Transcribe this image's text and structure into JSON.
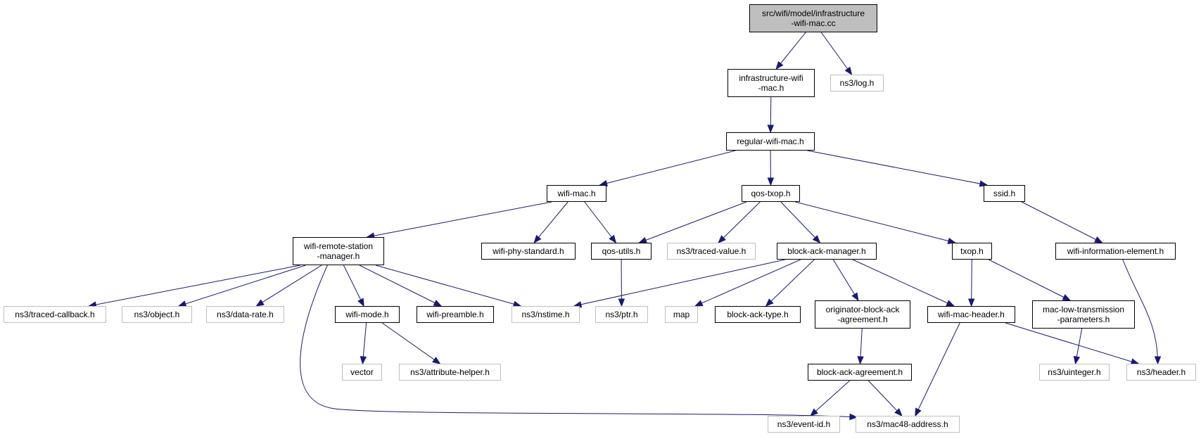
{
  "colors": {
    "edge": "#191970",
    "root_fill": "#bfbfbf",
    "solid_border": "#000000",
    "external_border": "#bfbfbf"
  },
  "nodes": {
    "root": {
      "lines": [
        "src/wifi/model/infrastructure",
        "-wifi-mac.cc"
      ],
      "kind": "root"
    },
    "infra_h": {
      "lines": [
        "infrastructure-wifi",
        "-mac.h"
      ],
      "kind": "solid"
    },
    "log_h": {
      "lines": [
        "ns3/log.h"
      ],
      "kind": "ext"
    },
    "regular_h": {
      "lines": [
        "regular-wifi-mac.h"
      ],
      "kind": "solid"
    },
    "wifimac_h": {
      "lines": [
        "wifi-mac.h"
      ],
      "kind": "solid"
    },
    "qostxop_h": {
      "lines": [
        "qos-txop.h"
      ],
      "kind": "solid"
    },
    "ssid_h": {
      "lines": [
        "ssid.h"
      ],
      "kind": "solid"
    },
    "wrsm_h": {
      "lines": [
        "wifi-remote-station",
        "-manager.h"
      ],
      "kind": "solid"
    },
    "phystd_h": {
      "lines": [
        "wifi-phy-standard.h"
      ],
      "kind": "solid"
    },
    "qosutils_h": {
      "lines": [
        "qos-utils.h"
      ],
      "kind": "solid"
    },
    "tracedvalue_h": {
      "lines": [
        "ns3/traced-value.h"
      ],
      "kind": "ext"
    },
    "bam_h": {
      "lines": [
        "block-ack-manager.h"
      ],
      "kind": "solid"
    },
    "txop_h": {
      "lines": [
        "txop.h"
      ],
      "kind": "solid"
    },
    "wie_h": {
      "lines": [
        "wifi-information-element.h"
      ],
      "kind": "solid"
    },
    "tracedcb_h": {
      "lines": [
        "ns3/traced-callback.h"
      ],
      "kind": "ext"
    },
    "object_h": {
      "lines": [
        "ns3/object.h"
      ],
      "kind": "ext"
    },
    "datarate_h": {
      "lines": [
        "ns3/data-rate.h"
      ],
      "kind": "ext"
    },
    "wifimode_h": {
      "lines": [
        "wifi-mode.h"
      ],
      "kind": "solid"
    },
    "preamble_h": {
      "lines": [
        "wifi-preamble.h"
      ],
      "kind": "solid"
    },
    "nstime_h": {
      "lines": [
        "ns3/nstime.h"
      ],
      "kind": "ext"
    },
    "ptr_h": {
      "lines": [
        "ns3/ptr.h"
      ],
      "kind": "ext"
    },
    "map": {
      "lines": [
        "map"
      ],
      "kind": "ext"
    },
    "batype_h": {
      "lines": [
        "block-ack-type.h"
      ],
      "kind": "solid"
    },
    "oba_h": {
      "lines": [
        "originator-block-ack",
        "-agreement.h"
      ],
      "kind": "solid"
    },
    "macheader_h": {
      "lines": [
        "wifi-mac-header.h"
      ],
      "kind": "solid"
    },
    "mltp_h": {
      "lines": [
        "mac-low-transmission",
        "-parameters.h"
      ],
      "kind": "solid"
    },
    "vector": {
      "lines": [
        "vector"
      ],
      "kind": "ext"
    },
    "attrhelper_h": {
      "lines": [
        "ns3/attribute-helper.h"
      ],
      "kind": "ext"
    },
    "baa_h": {
      "lines": [
        "block-ack-agreement.h"
      ],
      "kind": "solid"
    },
    "uinteger_h": {
      "lines": [
        "ns3/uinteger.h"
      ],
      "kind": "ext"
    },
    "header_h": {
      "lines": [
        "ns3/header.h"
      ],
      "kind": "ext"
    },
    "eventid_h": {
      "lines": [
        "ns3/event-id.h"
      ],
      "kind": "ext"
    },
    "mac48_h": {
      "lines": [
        "ns3/mac48-address.h"
      ],
      "kind": "ext"
    }
  },
  "edges": [
    [
      "root",
      "infra_h"
    ],
    [
      "root",
      "log_h"
    ],
    [
      "infra_h",
      "regular_h"
    ],
    [
      "regular_h",
      "wifimac_h"
    ],
    [
      "regular_h",
      "qostxop_h"
    ],
    [
      "regular_h",
      "ssid_h"
    ],
    [
      "wifimac_h",
      "wrsm_h"
    ],
    [
      "wifimac_h",
      "phystd_h"
    ],
    [
      "wifimac_h",
      "qosutils_h"
    ],
    [
      "qostxop_h",
      "qosutils_h"
    ],
    [
      "qostxop_h",
      "tracedvalue_h"
    ],
    [
      "qostxop_h",
      "bam_h"
    ],
    [
      "qostxop_h",
      "txop_h"
    ],
    [
      "ssid_h",
      "wie_h"
    ],
    [
      "wrsm_h",
      "tracedcb_h"
    ],
    [
      "wrsm_h",
      "object_h"
    ],
    [
      "wrsm_h",
      "datarate_h"
    ],
    [
      "wrsm_h",
      "wifimode_h"
    ],
    [
      "wrsm_h",
      "preamble_h"
    ],
    [
      "wrsm_h",
      "nstime_h"
    ],
    [
      "wrsm_h",
      "mac48_h"
    ],
    [
      "qosutils_h",
      "ptr_h"
    ],
    [
      "bam_h",
      "nstime_h"
    ],
    [
      "bam_h",
      "map"
    ],
    [
      "bam_h",
      "batype_h"
    ],
    [
      "bam_h",
      "oba_h"
    ],
    [
      "bam_h",
      "macheader_h"
    ],
    [
      "txop_h",
      "macheader_h"
    ],
    [
      "txop_h",
      "mltp_h"
    ],
    [
      "wie_h",
      "header_h"
    ],
    [
      "wifimode_h",
      "vector"
    ],
    [
      "wifimode_h",
      "attrhelper_h"
    ],
    [
      "oba_h",
      "baa_h"
    ],
    [
      "macheader_h",
      "header_h"
    ],
    [
      "macheader_h",
      "mac48_h"
    ],
    [
      "mltp_h",
      "uinteger_h"
    ],
    [
      "baa_h",
      "eventid_h"
    ],
    [
      "baa_h",
      "mac48_h"
    ]
  ]
}
